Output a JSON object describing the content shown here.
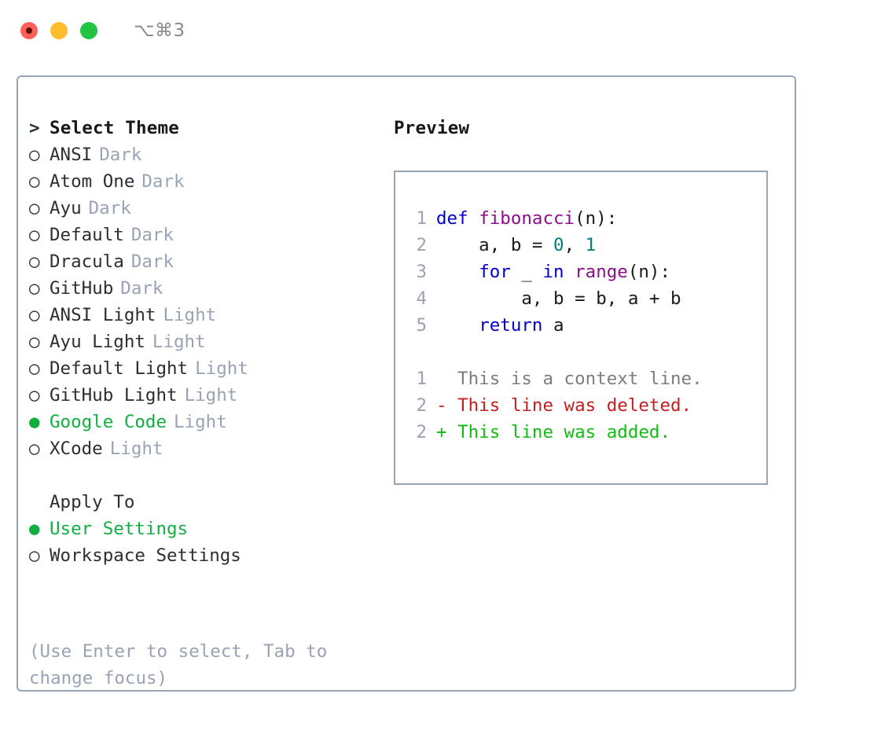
{
  "titlebar": {
    "shortcut": "⌥⌘3",
    "dots": [
      {
        "name": "close-dot",
        "color": "#ff6159"
      },
      {
        "name": "minimize-dot",
        "color": "#ffbd2e"
      },
      {
        "name": "maximize-dot",
        "color": "#23c343"
      }
    ]
  },
  "theme_picker": {
    "heading_marker": ">",
    "heading": "Select Theme",
    "marker_off": "○",
    "marker_on": "●",
    "items": [
      {
        "name": "ANSI",
        "category": "Dark",
        "selected": false
      },
      {
        "name": "Atom One",
        "category": "Dark",
        "selected": false
      },
      {
        "name": "Ayu",
        "category": "Dark",
        "selected": false
      },
      {
        "name": "Default",
        "category": "Dark",
        "selected": false
      },
      {
        "name": "Dracula",
        "category": "Dark",
        "selected": false
      },
      {
        "name": "GitHub",
        "category": "Dark",
        "selected": false
      },
      {
        "name": "ANSI Light",
        "category": "Light",
        "selected": false
      },
      {
        "name": "Ayu Light",
        "category": "Light",
        "selected": false
      },
      {
        "name": "Default Light",
        "category": "Light",
        "selected": false
      },
      {
        "name": "GitHub Light",
        "category": "Light",
        "selected": false
      },
      {
        "name": "Google Code",
        "category": "Light",
        "selected": true
      },
      {
        "name": "XCode",
        "category": "Light",
        "selected": false
      }
    ]
  },
  "apply_to": {
    "heading": "Apply To",
    "items": [
      {
        "name": "User Settings",
        "selected": true
      },
      {
        "name": "Workspace Settings",
        "selected": false
      }
    ]
  },
  "hint": "(Use Enter to select, Tab to change focus)",
  "preview": {
    "title": "Preview",
    "code_lines": [
      {
        "num": "1",
        "tokens": [
          {
            "t": "def ",
            "c": "tok-kw"
          },
          {
            "t": "fibonacci",
            "c": "tok-fn"
          },
          {
            "t": "(n):",
            "c": "tok-pl"
          }
        ]
      },
      {
        "num": "2",
        "tokens": [
          {
            "t": "    a, b = ",
            "c": "tok-pl"
          },
          {
            "t": "0",
            "c": "tok-num"
          },
          {
            "t": ", ",
            "c": "tok-pl"
          },
          {
            "t": "1",
            "c": "tok-num"
          }
        ]
      },
      {
        "num": "3",
        "tokens": [
          {
            "t": "    ",
            "c": "tok-pl"
          },
          {
            "t": "for",
            "c": "tok-kw"
          },
          {
            "t": " _ ",
            "c": "tok-pl"
          },
          {
            "t": "in",
            "c": "tok-kw"
          },
          {
            "t": " ",
            "c": "tok-pl"
          },
          {
            "t": "range",
            "c": "tok-fn"
          },
          {
            "t": "(n):",
            "c": "tok-pl"
          }
        ]
      },
      {
        "num": "4",
        "tokens": [
          {
            "t": "        a, b = b, a + b",
            "c": "tok-pl"
          }
        ]
      },
      {
        "num": "5",
        "tokens": [
          {
            "t": "    ",
            "c": "tok-pl"
          },
          {
            "t": "return",
            "c": "tok-kw"
          },
          {
            "t": " a",
            "c": "tok-pl"
          }
        ]
      }
    ],
    "diff_lines": [
      {
        "num": "1",
        "prefix": "  ",
        "text": "This is a context line.",
        "kind": "diff-ctx"
      },
      {
        "num": "2",
        "prefix": "- ",
        "text": "This line was deleted.",
        "kind": "diff-del"
      },
      {
        "num": "2",
        "prefix": "+ ",
        "text": "This line was added.",
        "kind": "diff-add"
      }
    ]
  }
}
